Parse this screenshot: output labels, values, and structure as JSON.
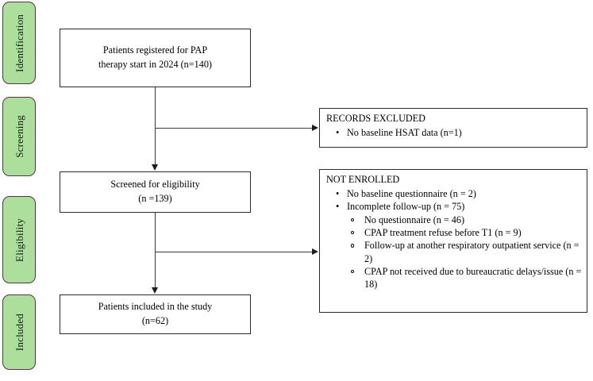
{
  "diagram": {
    "type": "prisma-flow-diagram",
    "stages": [
      {
        "id": "identification",
        "label": "Identification"
      },
      {
        "id": "screening",
        "label": "Screening"
      },
      {
        "id": "eligibility",
        "label": "Eligibility"
      },
      {
        "id": "included",
        "label": "Included"
      }
    ],
    "main_boxes": [
      {
        "id": "registered",
        "lines": [
          "Patients registered for PAP",
          "therapy start in 2024 (n=140)"
        ]
      },
      {
        "id": "screened",
        "lines": [
          "Screened for eligibility",
          "(n =139)"
        ]
      },
      {
        "id": "included-in-study",
        "lines": [
          "Patients included in the study",
          "(n=62)"
        ]
      }
    ],
    "side_boxes": [
      {
        "id": "records-excluded",
        "title": "RECORDS EXCLUDED",
        "items": [
          {
            "text": "No baseline HSAT data (n=1)",
            "children": []
          }
        ]
      },
      {
        "id": "not-enrolled",
        "title": "NOT ENROLLED",
        "items": [
          {
            "text": "No baseline questionnaire (n = 2)",
            "children": []
          },
          {
            "text": "Incomplete follow-up (n = 75)",
            "children": [
              "No questionnaire (n = 46)",
              "CPAP treatment refuse before T1 (n = 9)",
              "Follow-up at another respiratory outpatient service (n = 2)",
              "CPAP not received due to bureaucratic delays/issue (n = 18)"
            ]
          }
        ]
      }
    ],
    "colors": {
      "stage_fill": "#ABDF9B",
      "stage_border": "#56324C",
      "box_border": "#2b2b2b",
      "connector": "#3a3a3a",
      "background": "#ffffff",
      "text": "#000000"
    }
  }
}
